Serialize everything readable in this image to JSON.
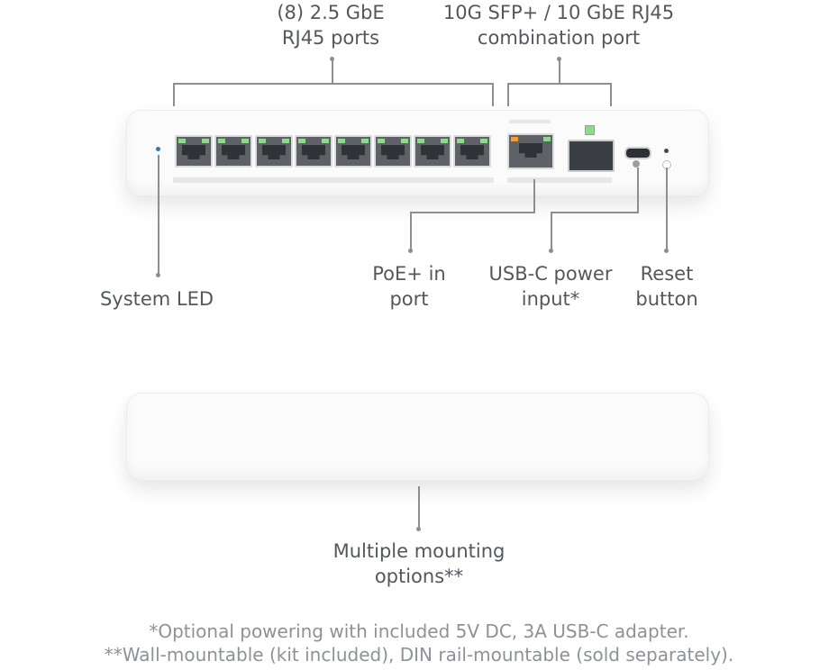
{
  "labels": {
    "rj45_line1": "(8) 2.5 GbE",
    "rj45_line2": "RJ45 ports",
    "combo_line1": "10G SFP+ / 10 GbE RJ45",
    "combo_line2": "combination port",
    "system_led": "System LED",
    "poe_line1": "PoE+ in",
    "poe_line2": "port",
    "usbc_line1": "USB-C power",
    "usbc_line2": "input*",
    "reset_line1": "Reset",
    "reset_line2": "button",
    "mount_line1": "Multiple mounting",
    "mount_line2": "options**"
  },
  "footnotes": {
    "line1": "*Optional powering with included 5V DC, 3A USB-C adapter.",
    "line2": "**Wall-mountable (kit included), DIN rail-mountable (sold separately)."
  },
  "colors": {
    "system_led": "#2e74d9",
    "port_link_led": "#8fd98c",
    "poe_port_led": "#f39a3a"
  }
}
